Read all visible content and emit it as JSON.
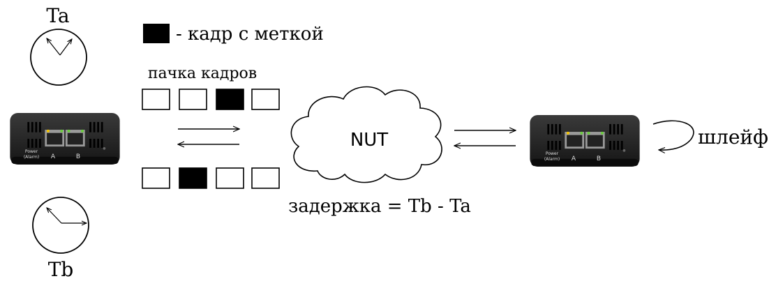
{
  "clock_a": {
    "label": "Ta"
  },
  "clock_b": {
    "label": "Tb"
  },
  "legend": {
    "text": "- кадр с меткой"
  },
  "burst": {
    "label": "пачка кадров",
    "top_row": [
      "empty",
      "empty",
      "marked",
      "empty"
    ],
    "bottom_row": [
      "empty",
      "marked",
      "empty",
      "empty"
    ]
  },
  "cloud": {
    "label": "NUT"
  },
  "delay": {
    "formula": "задержка = Tb - Ta"
  },
  "loopback": {
    "label": "шлейф"
  },
  "device": {
    "power_label_1": "Power",
    "power_label_2": "(Alarm)",
    "port_a": "A",
    "port_b": "B"
  }
}
